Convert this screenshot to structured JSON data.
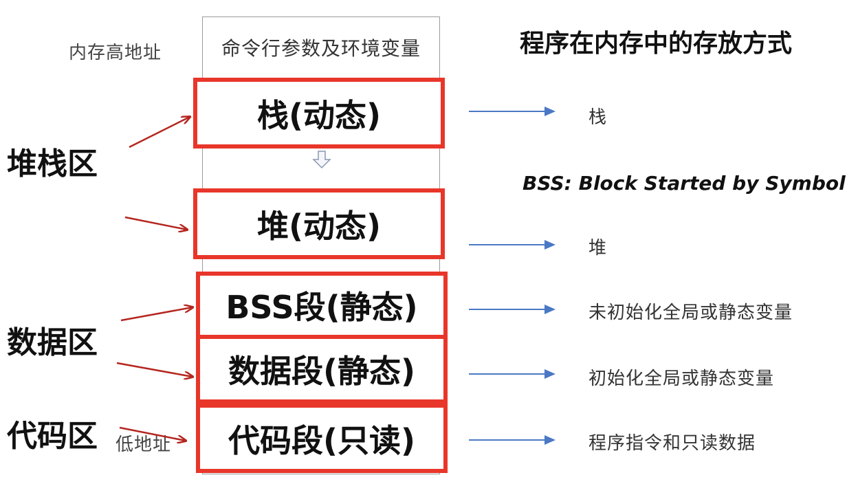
{
  "title": "程序在内存中的存放方式",
  "subtitle": "BSS: Block Started by Symbol",
  "memory": {
    "high_address": "内存高地址",
    "low_address": "低地址",
    "top_cell": "命令行参数及环境变量",
    "segments": [
      {
        "label": "栈(动态)",
        "description": "栈"
      },
      {
        "label": "堆(动态)",
        "description": "堆"
      },
      {
        "label": "BSS段(静态)",
        "description": "未初始化全局或静态变量"
      },
      {
        "label": "数据段(静态)",
        "description": "初始化全局或静态变量"
      },
      {
        "label": "代码段(只读)",
        "description": "程序指令和只读数据"
      }
    ]
  },
  "regions": [
    {
      "label": "堆栈区"
    },
    {
      "label": "数据区"
    },
    {
      "label": "代码区"
    }
  ],
  "colors": {
    "segment_border": "#e8362a",
    "region_arrow": "#b5261f",
    "desc_arrow": "#4a78c4"
  }
}
